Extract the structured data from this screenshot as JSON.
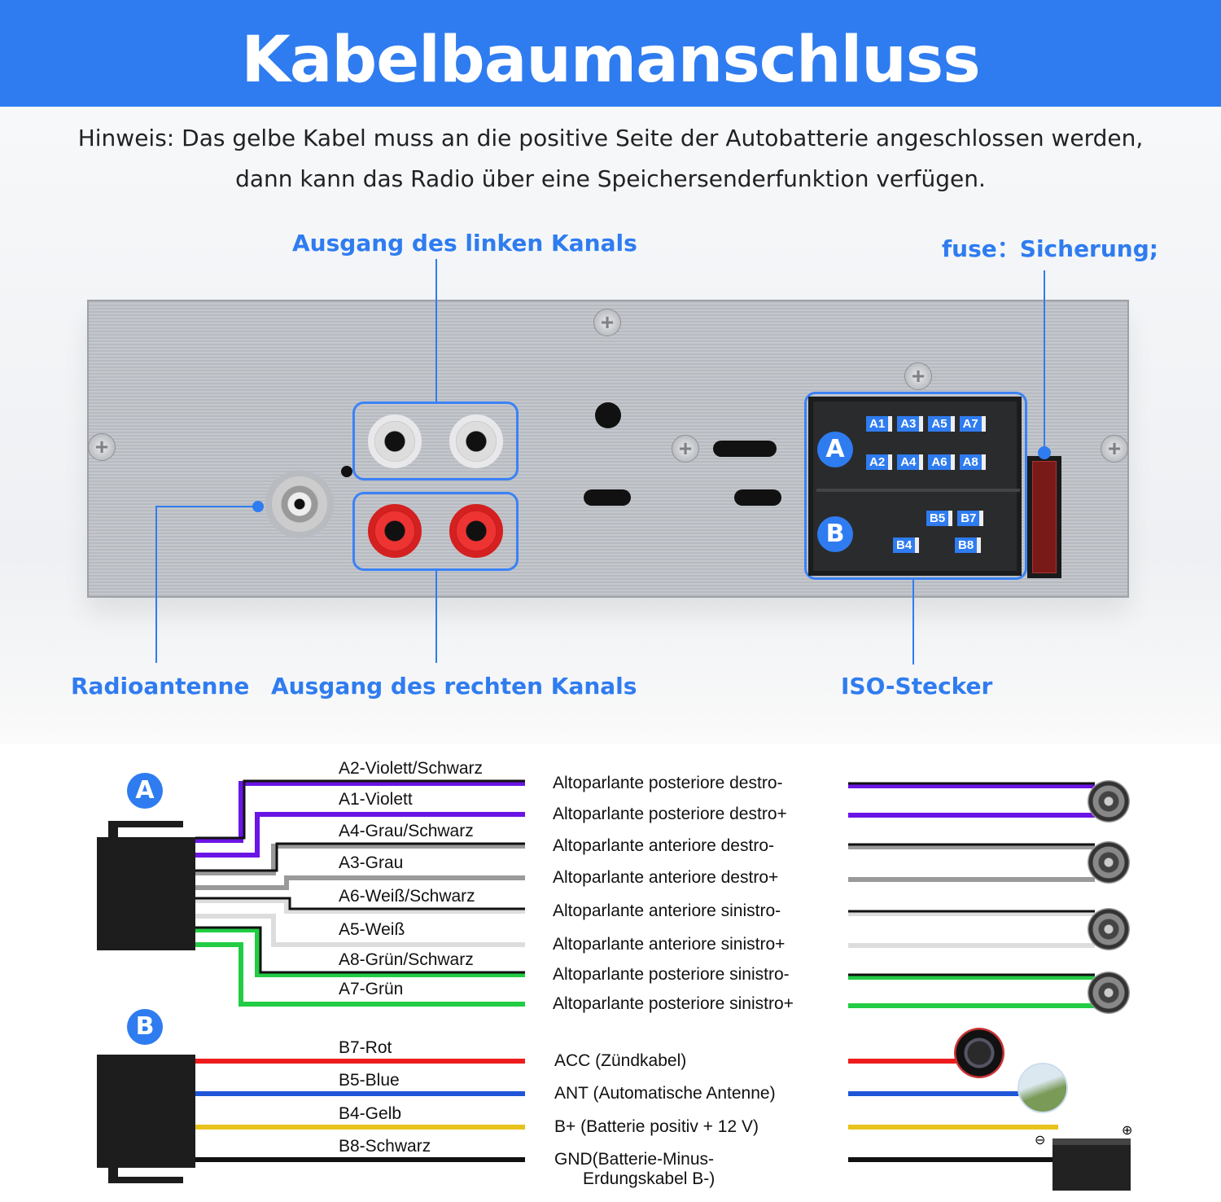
{
  "title": "Kabelbaumanschluss",
  "note": [
    "Hinweis: Das gelbe Kabel muss an die positive Seite der Autobatterie angeschlossen werden,",
    "dann kann das Radio über eine Speichersenderfunktion verfügen."
  ],
  "callouts": {
    "left_channel": "Ausgang des linken Kanals",
    "fuse": "fuse：Sicherung;",
    "antenna": "Radioantenne",
    "right_channel": "Ausgang des rechten Kanals",
    "iso": "ISO-Stecker"
  },
  "iso_connector": {
    "a_label": "A",
    "b_label": "B",
    "a_pins_top": [
      "A1",
      "A3",
      "A5",
      "A7"
    ],
    "a_pins_bottom": [
      "A2",
      "A4",
      "A6",
      "A8"
    ],
    "b_pins_top": [
      "B5",
      "B7"
    ],
    "b_pins_bottom": [
      "B4",
      "B8"
    ]
  },
  "group_a": {
    "label": "A",
    "wires": [
      {
        "label": "A2-Violett/Schwarz",
        "function": "Altoparlante posteriore destro-",
        "color": "#6a14e6",
        "stripe": true
      },
      {
        "label": "A1-Violett",
        "function": "Altoparlante posteriore destro+",
        "color": "#6a14e6",
        "stripe": false
      },
      {
        "label": "A4-Grau/Schwarz",
        "function": "Altoparlante anteriore destro-",
        "color": "#9a9a9a",
        "stripe": true
      },
      {
        "label": "A3-Grau",
        "function": "Altoparlante anteriore destro+",
        "color": "#9a9a9a",
        "stripe": false
      },
      {
        "label": "A6-Weiß/Schwarz",
        "function": "Altoparlante anteriore sinistro-",
        "color": "#dddddd",
        "stripe": true
      },
      {
        "label": "A5-Weiß",
        "function": "Altoparlante anteriore sinistro+",
        "color": "#dddddd",
        "stripe": false
      },
      {
        "label": "A8-Grün/Schwarz",
        "function": "Altoparlante posteriore sinistro-",
        "color": "#22cc44",
        "stripe": true
      },
      {
        "label": "A7-Grün",
        "function": "Altoparlante posteriore sinistro+",
        "color": "#22cc44",
        "stripe": false
      }
    ]
  },
  "group_b": {
    "label": "B",
    "wires": [
      {
        "label": "B7-Rot",
        "function": "ACC (Zündkabel)",
        "color": "#ee1c1c"
      },
      {
        "label": "B5-Blue",
        "function": "ANT (Automatische Antenne)",
        "color": "#1f56d8"
      },
      {
        "label": "B4-Gelb",
        "function": "B+ (Batterie positiv + 12 V)",
        "color": "#e8c21c"
      },
      {
        "label": "B8-Schwarz",
        "function": "GND(Batterie-Minus-\n      Erdungskabel B-)",
        "color": "#111111"
      }
    ]
  },
  "battery": {
    "plus": "⊕",
    "minus": "⊖"
  }
}
